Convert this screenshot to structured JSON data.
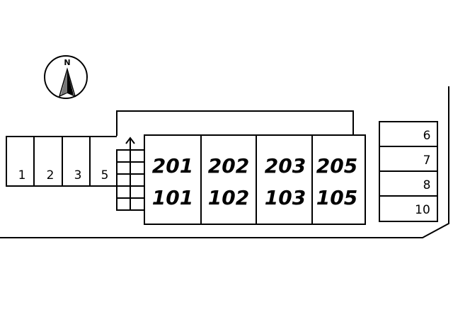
{
  "compass": {
    "north_label": "N",
    "icon": "north-arrow-icon"
  },
  "building": {
    "units": [
      {
        "upper": "201",
        "lower": "101"
      },
      {
        "upper": "202",
        "lower": "102"
      },
      {
        "upper": "203",
        "lower": "103"
      },
      {
        "upper": "205",
        "lower": "105"
      }
    ]
  },
  "parking_left": {
    "spaces": [
      "1",
      "2",
      "3",
      "5"
    ]
  },
  "parking_right": {
    "spaces": [
      "6",
      "7",
      "8",
      "10"
    ]
  },
  "stairs": {
    "icon": "stair-arrow-icon"
  },
  "colors": {
    "line": "#000000",
    "background": "#ffffff"
  }
}
